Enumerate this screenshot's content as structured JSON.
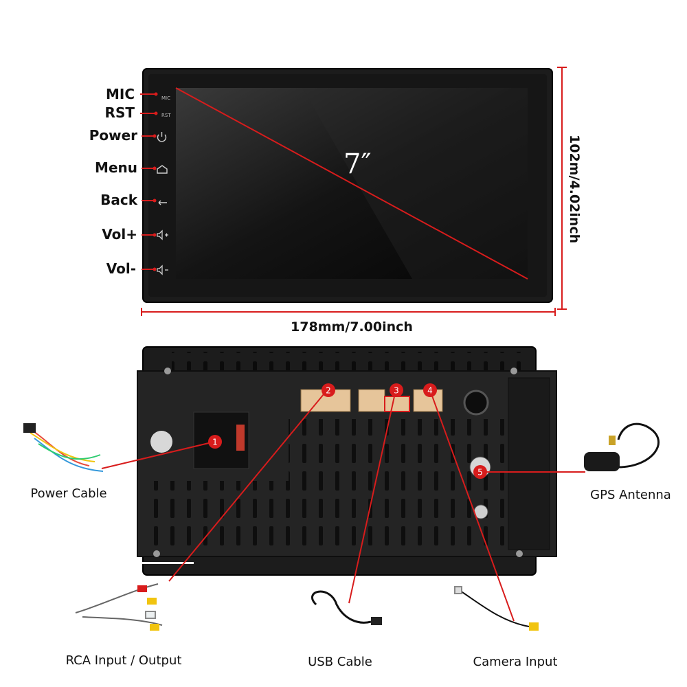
{
  "front": {
    "buttons": [
      {
        "label": "MIC",
        "panel": "MIC"
      },
      {
        "label": "RST",
        "panel": "RST"
      },
      {
        "label": "Power",
        "icon": "power-icon"
      },
      {
        "label": "Menu",
        "icon": "home-icon"
      },
      {
        "label": "Back",
        "icon": "back-arrow-icon"
      },
      {
        "label": "Vol+",
        "icon": "volume-up-icon"
      },
      {
        "label": "Vol-",
        "icon": "volume-down-icon"
      }
    ],
    "screen_size": "7″",
    "height_dim": "102m/4.02inch",
    "width_dim": "178mm/7.00inch"
  },
  "back": {
    "ports": [
      {
        "num": "1",
        "caption": "Power Cable"
      },
      {
        "num": "2",
        "caption": "RCA Input / Output"
      },
      {
        "num": "3",
        "caption": "USB Cable"
      },
      {
        "num": "4",
        "caption": "Camera Input"
      },
      {
        "num": "5",
        "caption": "GPS Antenna"
      }
    ]
  },
  "colors": {
    "accent": "#d81c1c",
    "unit": "#1c1c1c",
    "screen": "#0a0a0a"
  }
}
